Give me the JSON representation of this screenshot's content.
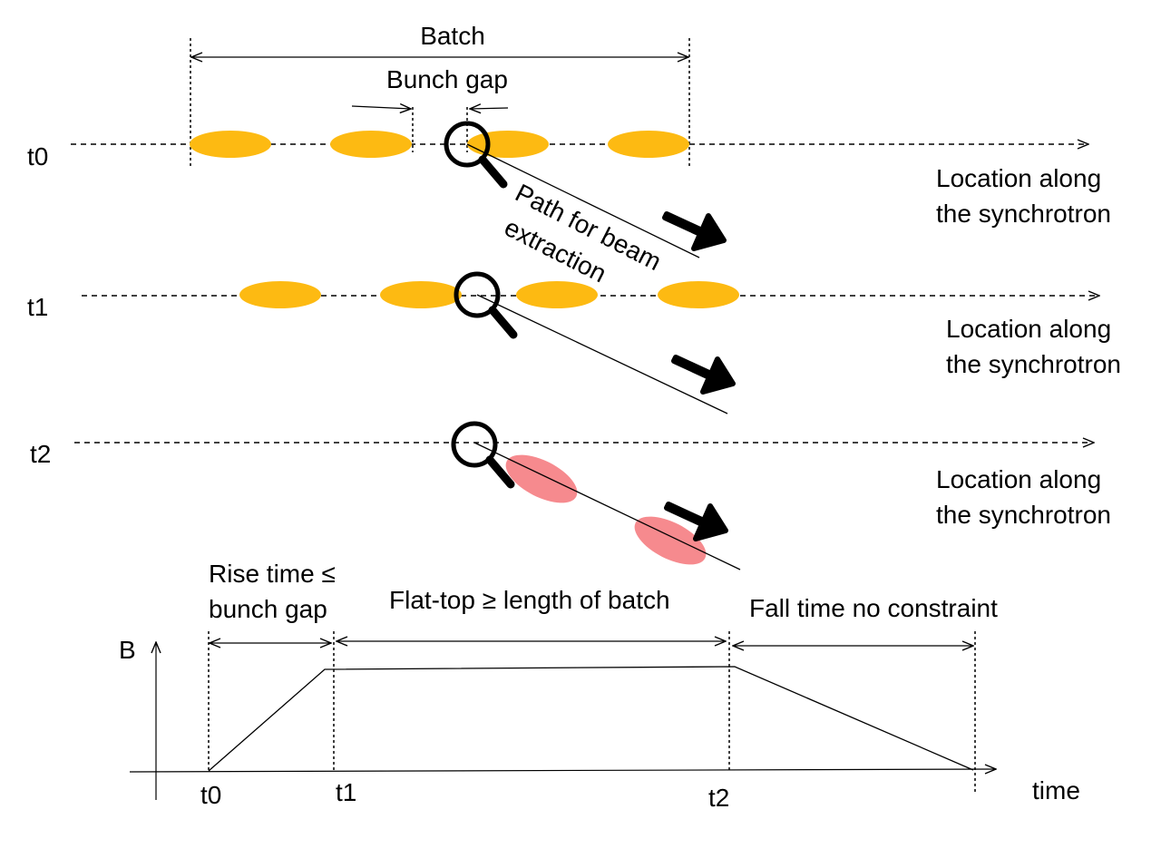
{
  "labels": {
    "batch": "Batch",
    "bunch_gap": "Bunch gap",
    "path_line1": "Path for beam",
    "path_line2": "extraction",
    "rows": [
      {
        "time": "t0",
        "location_line1": "Location along",
        "location_line2": "the synchrotron"
      },
      {
        "time": "t1",
        "location_line1": "Location along",
        "location_line2": "the synchrotron"
      },
      {
        "time": "t2",
        "location_line1": "Location along",
        "location_line2": "the synchrotron"
      }
    ]
  },
  "timing": {
    "rise_line1": "Rise time ≤",
    "rise_line2": "bunch gap",
    "flat_top": "Flat-top ≥ length of batch",
    "fall": "Fall time no constraint",
    "y_axis": "B",
    "x_axis": "time",
    "ticks": [
      "t0",
      "t1",
      "t2"
    ]
  },
  "colors": {
    "bunch": "#FDBA12",
    "extracted_bunch": "#F58488",
    "ink": "#000000"
  },
  "icons": {
    "magnifier": "magnifier-icon",
    "arrow": "kicker-arrow-icon"
  }
}
